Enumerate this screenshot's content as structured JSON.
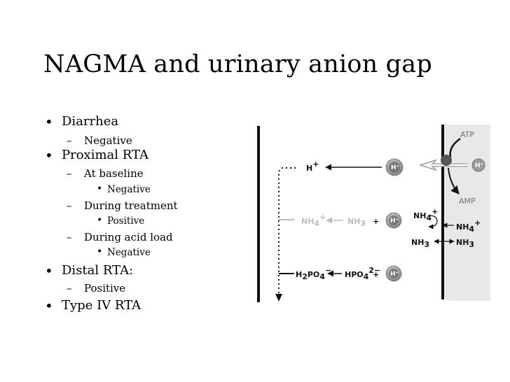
{
  "slide": {
    "title": "NAGMA and urinary anion gap",
    "bullets": [
      {
        "text": "Diarrhea",
        "level": 1
      },
      {
        "text": "Negative",
        "level": 2
      },
      {
        "text": "Proximal RTA",
        "level": 1
      },
      {
        "text": "At baseline",
        "level": 2
      },
      {
        "text": "Negative",
        "level": 3
      },
      {
        "text": "During treatment",
        "level": 2
      },
      {
        "text": "Positive",
        "level": 3
      },
      {
        "text": "During acid load",
        "level": 2
      },
      {
        "text": "Negative",
        "level": 3
      },
      {
        "text": "Distal RTA:",
        "level": 1
      },
      {
        "text": "Positive",
        "level": 2
      },
      {
        "text": "Type IV RTA",
        "level": 1
      }
    ],
    "markers": {
      "level1": "•",
      "level2": "–",
      "level3": "•"
    }
  },
  "diagram": {
    "atp": "ATP",
    "amp": "AMP",
    "h_plus": "H",
    "nh4": "NH",
    "nh3": "NH",
    "h2po4_h": "H",
    "h2po4_po": "PO",
    "hpo4": "HPO",
    "plus": "+",
    "sup_plus": "+",
    "sup_minus": "−",
    "sup_2minus": "2−",
    "sub_2": "2",
    "sub_3": "3",
    "sub_4": "4",
    "ion_h": "H⁺"
  }
}
